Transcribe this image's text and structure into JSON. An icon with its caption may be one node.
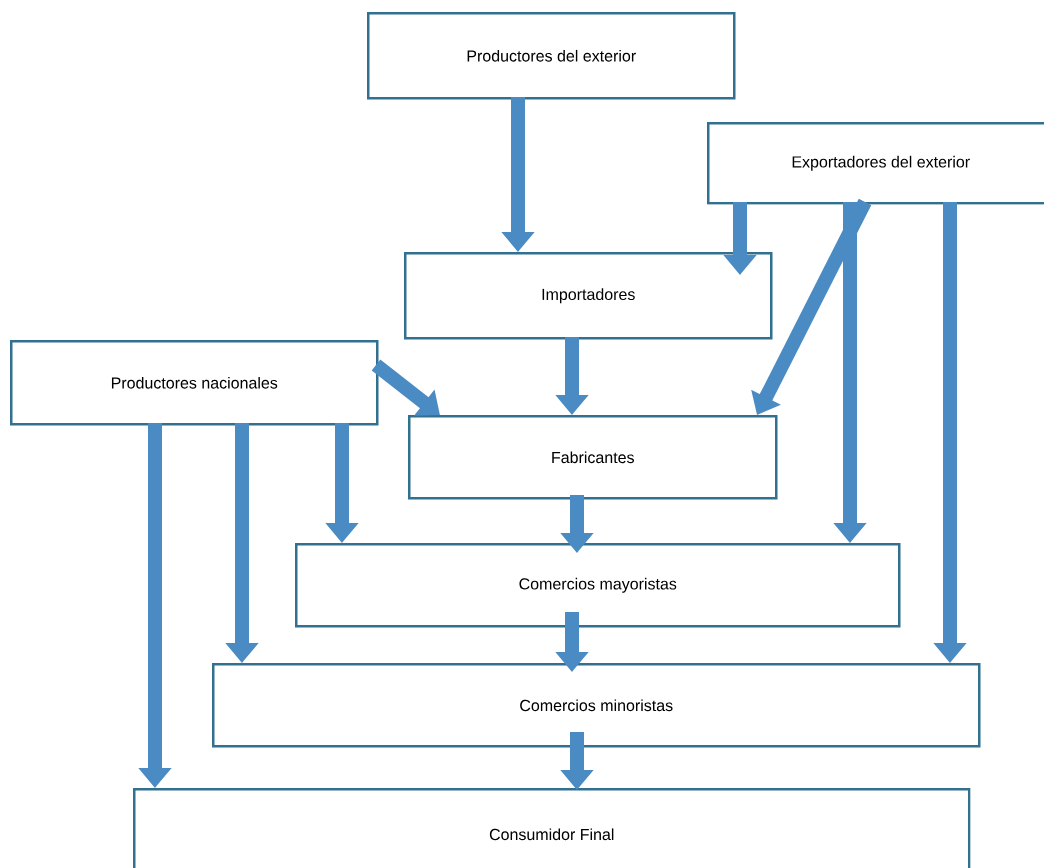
{
  "diagram": {
    "nodes": [
      {
        "text": [
          "Productores del exterior"
        ]
      },
      {
        "text": [
          "Exportadores del exterior"
        ]
      },
      {
        "text": [
          "Importadores"
        ]
      },
      {
        "text": [
          "Productores nacionales"
        ]
      },
      {
        "text": [
          "Fabricantes"
        ]
      },
      {
        "text": [
          "Comercios mayoristas"
        ]
      },
      {
        "text": [
          "Comercios minoristas"
        ]
      },
      {
        "text": [
          "Consumidor Final"
        ]
      }
    ],
    "edges": [
      {
        "from": 0,
        "to": 2,
        "arrow": "to"
      },
      {
        "from": 1,
        "to": 2,
        "arrow": "to"
      },
      {
        "from": 1,
        "to": 4,
        "arrow": "to"
      },
      {
        "from": 1,
        "to": 5,
        "arrow": "to"
      },
      {
        "from": 1,
        "to": 6,
        "arrow": "to"
      },
      {
        "from": 2,
        "to": 4,
        "arrow": "to"
      },
      {
        "from": 3,
        "to": 4,
        "arrow": "to"
      },
      {
        "from": 3,
        "to": 5,
        "arrow": "to"
      },
      {
        "from": 3,
        "to": 6,
        "arrow": "to"
      },
      {
        "from": 3,
        "to": 7,
        "arrow": "to"
      },
      {
        "from": 4,
        "to": 5,
        "arrow": "to"
      },
      {
        "from": 5,
        "to": 6,
        "arrow": "to"
      },
      {
        "from": 6,
        "to": 7,
        "arrow": "to"
      }
    ]
  }
}
